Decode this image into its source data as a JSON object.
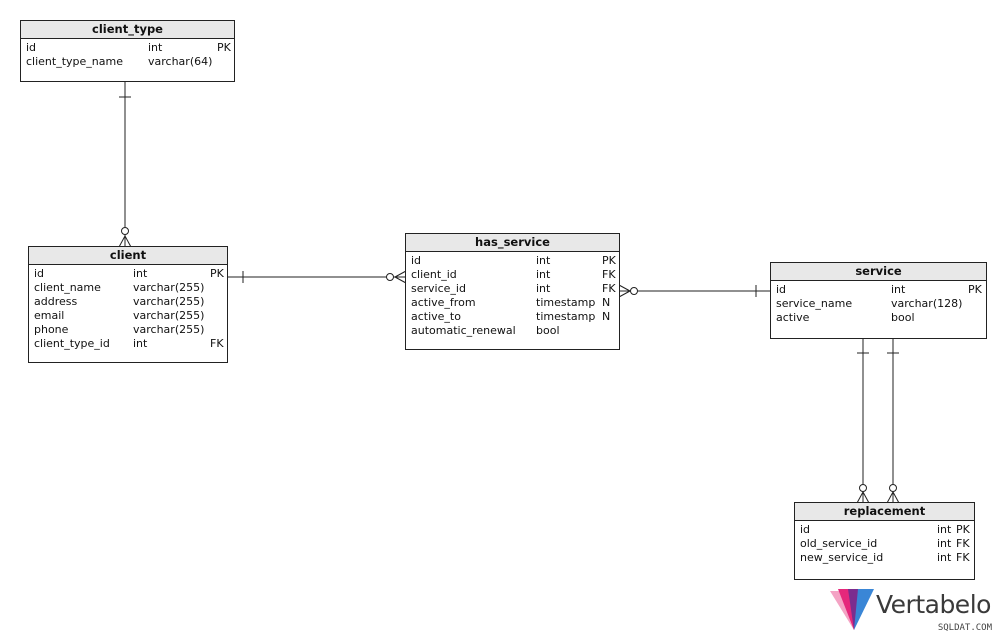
{
  "tables": {
    "client_type": {
      "title": "client_type",
      "columns": [
        {
          "name": "id",
          "type": "int",
          "key": "PK"
        },
        {
          "name": "client_type_name",
          "type": "varchar(64)",
          "key": ""
        }
      ]
    },
    "client": {
      "title": "client",
      "columns": [
        {
          "name": "id",
          "type": "int",
          "key": "PK"
        },
        {
          "name": "client_name",
          "type": "varchar(255)",
          "key": ""
        },
        {
          "name": "address",
          "type": "varchar(255)",
          "key": ""
        },
        {
          "name": "email",
          "type": "varchar(255)",
          "key": ""
        },
        {
          "name": "phone",
          "type": "varchar(255)",
          "key": ""
        },
        {
          "name": "client_type_id",
          "type": "int",
          "key": "FK"
        }
      ]
    },
    "has_service": {
      "title": "has_service",
      "columns": [
        {
          "name": "id",
          "type": "int",
          "key": "PK"
        },
        {
          "name": "client_id",
          "type": "int",
          "key": "FK"
        },
        {
          "name": "service_id",
          "type": "int",
          "key": "FK"
        },
        {
          "name": "active_from",
          "type": "timestamp",
          "key": "N"
        },
        {
          "name": "active_to",
          "type": "timestamp",
          "key": "N"
        },
        {
          "name": "automatic_renewal",
          "type": "bool",
          "key": ""
        }
      ]
    },
    "service": {
      "title": "service",
      "columns": [
        {
          "name": "id",
          "type": "int",
          "key": "PK"
        },
        {
          "name": "service_name",
          "type": "varchar(128)",
          "key": ""
        },
        {
          "name": "active",
          "type": "bool",
          "key": ""
        }
      ]
    },
    "replacement": {
      "title": "replacement",
      "columns": [
        {
          "name": "id",
          "type": "int",
          "key": "PK"
        },
        {
          "name": "old_service_id",
          "type": "int",
          "key": "FK"
        },
        {
          "name": "new_service_id",
          "type": "int",
          "key": "FK"
        }
      ]
    }
  },
  "relationships": [
    {
      "from": "client_type",
      "to": "client",
      "from_cardinality": "one",
      "to_cardinality": "zero-or-many"
    },
    {
      "from": "client",
      "to": "has_service",
      "from_cardinality": "one",
      "to_cardinality": "zero-or-many"
    },
    {
      "from": "service",
      "to": "has_service",
      "from_cardinality": "one",
      "to_cardinality": "zero-or-many"
    },
    {
      "from": "service",
      "to": "replacement",
      "from_cardinality": "one",
      "to_cardinality": "zero-or-many"
    },
    {
      "from": "service",
      "to": "replacement",
      "from_cardinality": "one",
      "to_cardinality": "zero-or-many"
    }
  ],
  "logo": {
    "brand": "Vertabelo",
    "site": "SQLDAT.COM",
    "colors": [
      "#e5287b",
      "#7b2d8e",
      "#3a86d6",
      "#f4a3c4"
    ]
  }
}
